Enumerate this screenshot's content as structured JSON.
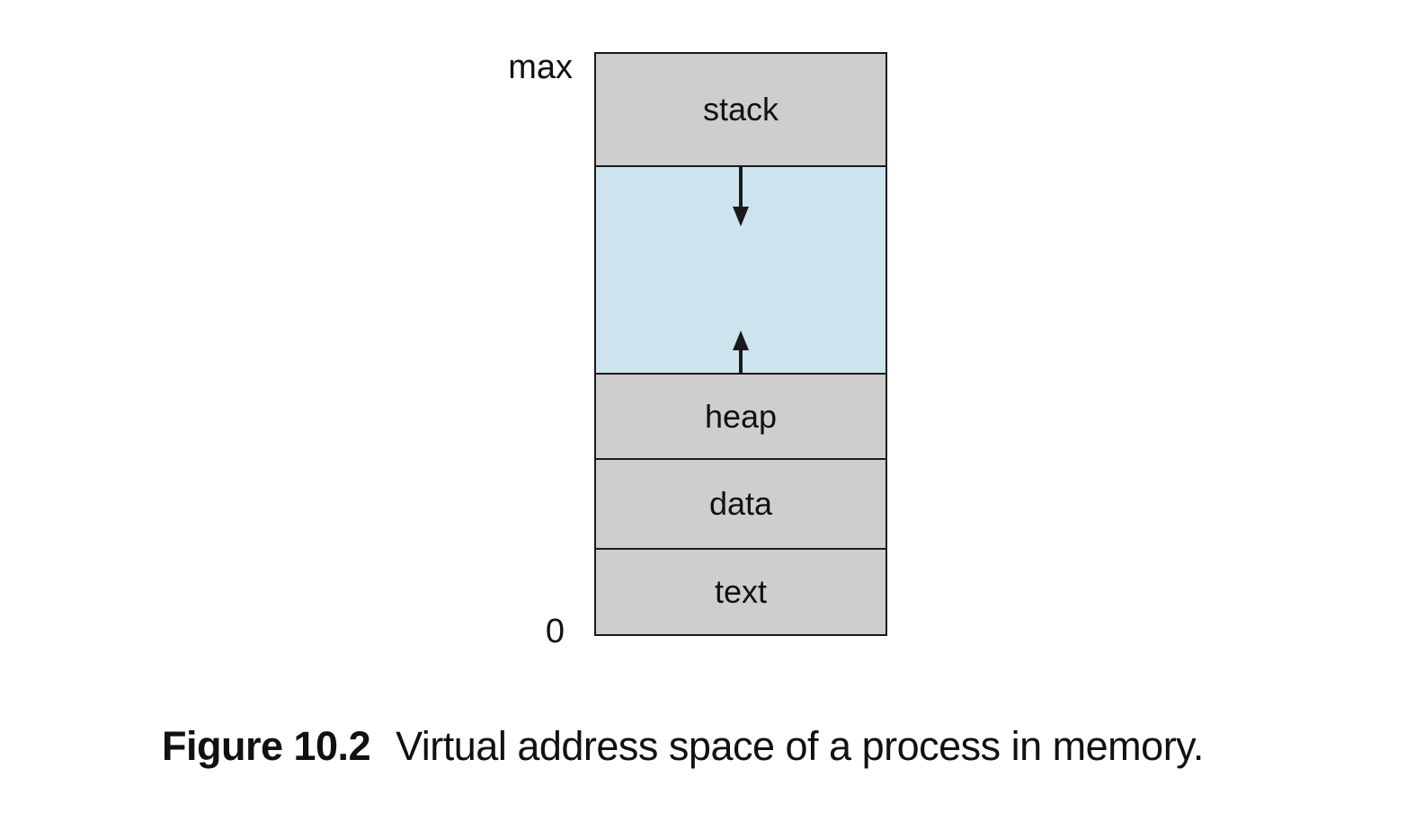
{
  "figure": {
    "max_label": "max",
    "zero_label": "0",
    "sections": [
      {
        "id": "stack",
        "label": "stack"
      },
      {
        "id": "hole",
        "label": ""
      },
      {
        "id": "heap",
        "label": "heap"
      },
      {
        "id": "data",
        "label": "data"
      },
      {
        "id": "text",
        "label": "text"
      }
    ],
    "arrows": [
      {
        "id": "stack-growth-arrow",
        "direction": "down"
      },
      {
        "id": "heap-growth-arrow",
        "direction": "up"
      }
    ],
    "colors": {
      "section_gray": "#cecece",
      "hole_blue": "#cde4ee",
      "line": "#1a1a1a",
      "text": "#111111"
    }
  },
  "caption": {
    "label": "Figure 10.2",
    "text": "Virtual address space of a process in memory."
  }
}
